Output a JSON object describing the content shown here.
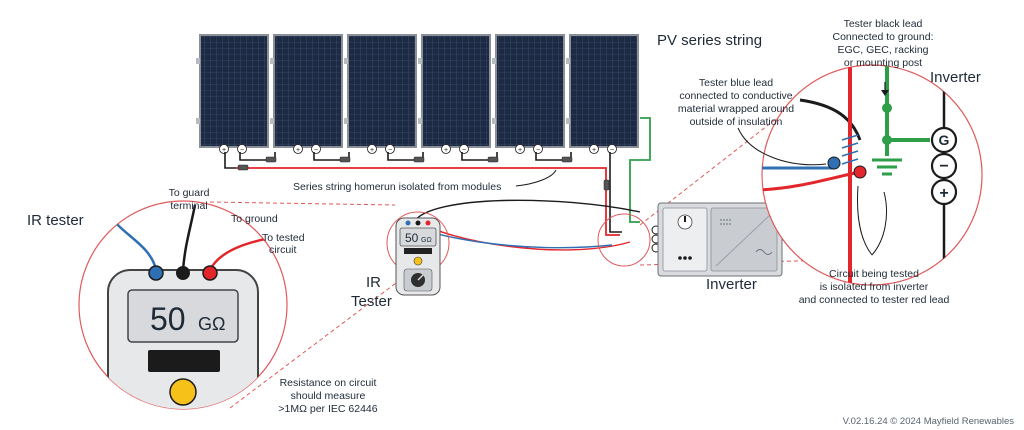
{
  "labels": {
    "pv_series_string": "PV series string",
    "homerun": "Series string homerun isolated from modules",
    "ir_tester_big": "IR tester",
    "ir_tester_small_line1": "IR",
    "ir_tester_small_line2": "Tester",
    "inverter_center": "Inverter",
    "inverter_zoom": "Inverter",
    "to_guard_line1": "To guard",
    "to_guard_line2": "terminal",
    "to_ground": "To ground",
    "to_tested_line1": "To tested",
    "to_tested_line2": "circuit",
    "black_lead": [
      "Tester black lead",
      "Connected to ground:",
      "EGC, GEC, racking",
      "or mounting post"
    ],
    "blue_lead": [
      "Tester blue lead",
      "connected to conductive",
      "material wrapped around",
      "outside of insulation"
    ],
    "circuit_tested": [
      "Circuit being tested",
      "is isolated from inverter",
      "and connected to tester red lead"
    ],
    "resistance": [
      "Resistance on circuit",
      "should measure",
      ">1MΩ per IEC 62446"
    ],
    "footer": "V.02.16.24   © 2024 Mayfield Renewables"
  },
  "display": {
    "value": "50",
    "unit": "GΩ"
  },
  "terminals": {
    "ground": "G",
    "minus": "−",
    "plus": "+"
  },
  "module_signs": {
    "plus": "+",
    "minus": "−"
  },
  "colors": {
    "red": "#e3262b",
    "green": "#2e9e49",
    "blue": "#2f6fb3",
    "black": "#1b1b1b",
    "yellow": "#f6c21a",
    "panel": "#1d2a44",
    "dashed": "#e05a5a"
  }
}
